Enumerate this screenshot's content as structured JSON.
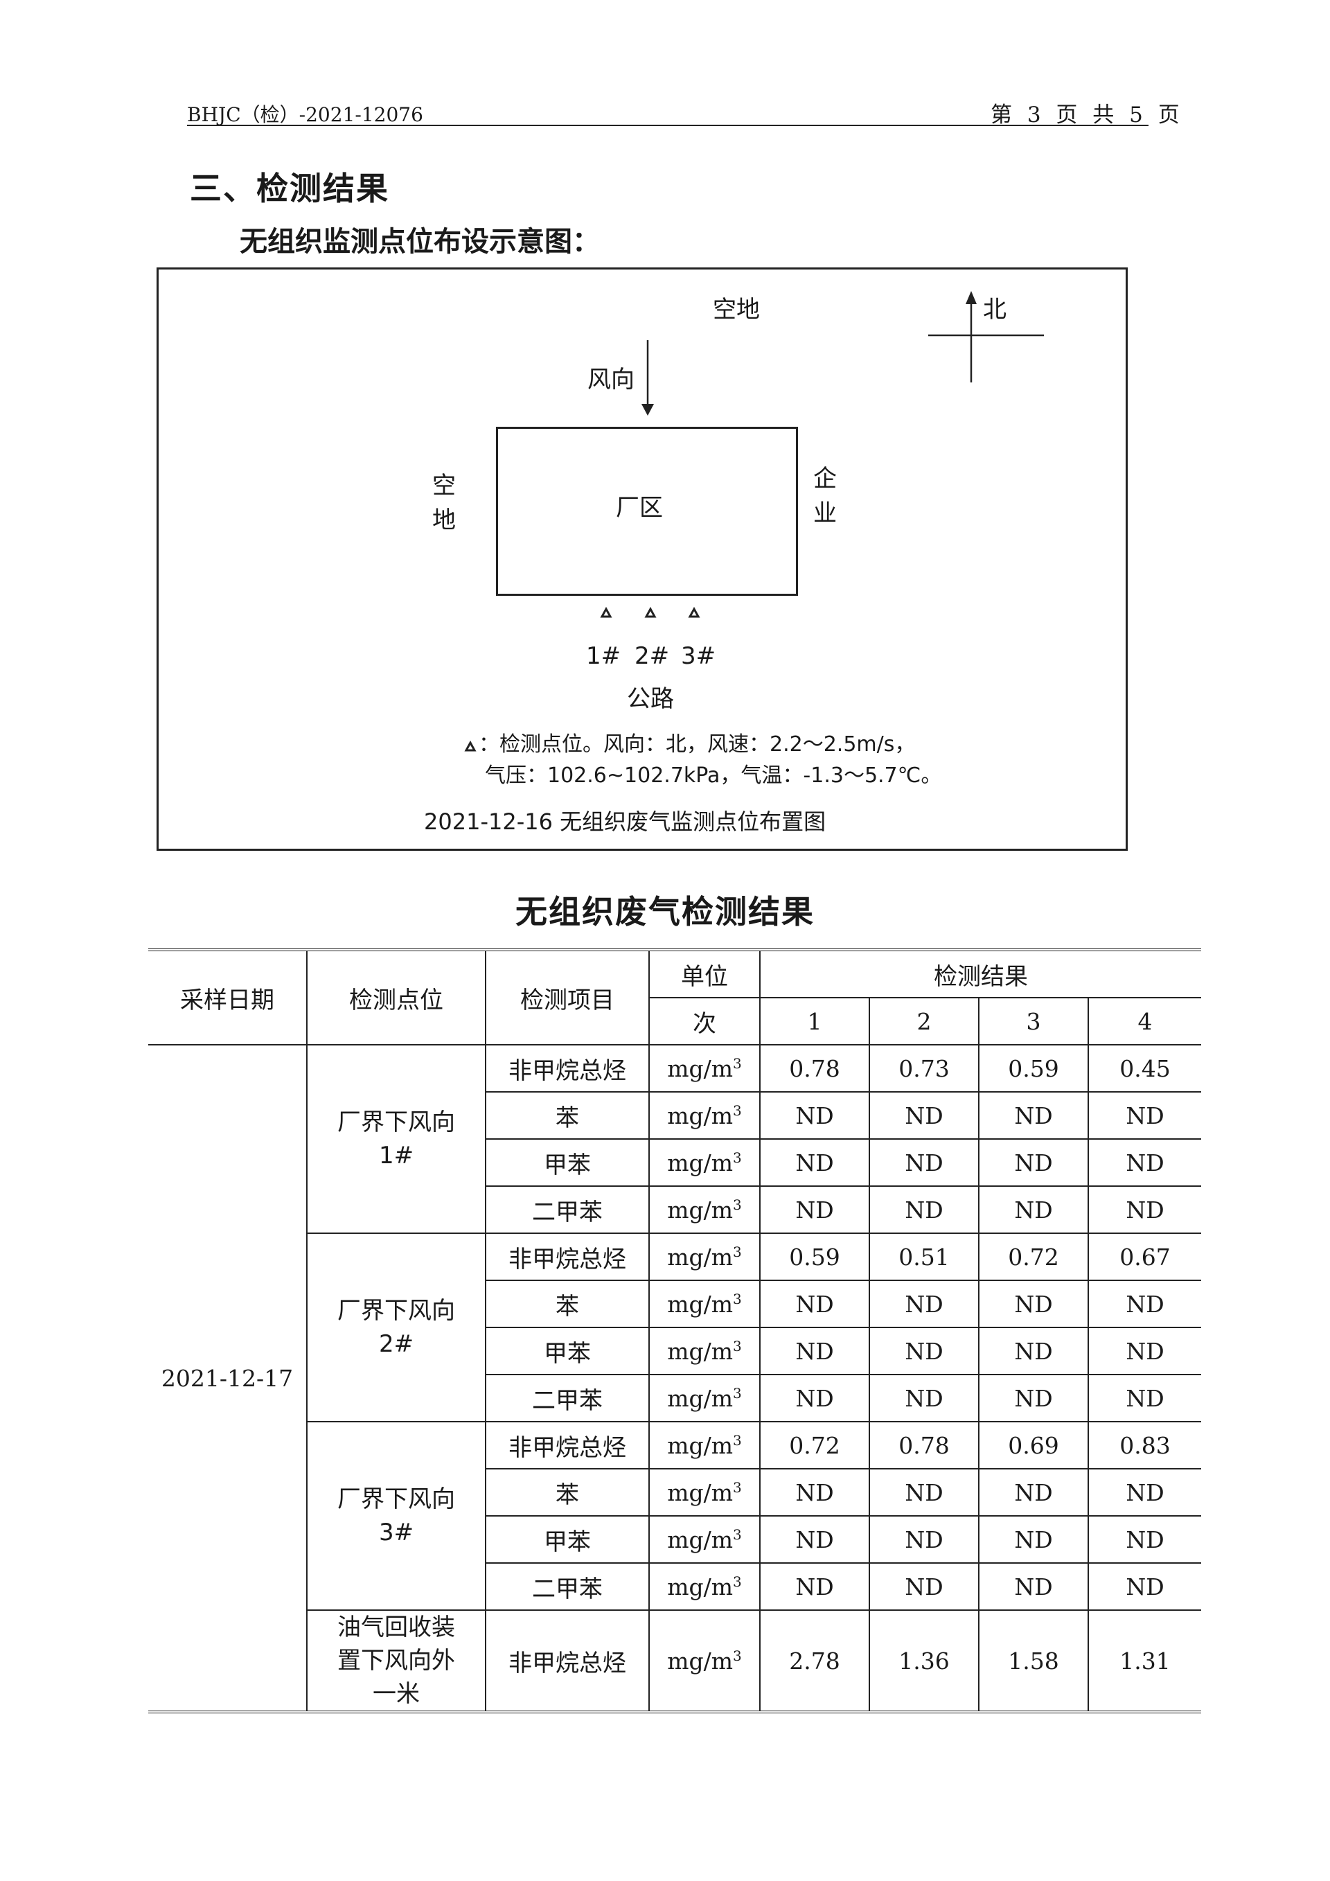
{
  "header": {
    "doc_number": "BHJC（检）-2021-12076",
    "page_info": "第 3 页 共 5 页"
  },
  "section_title": "三、检测结果",
  "diagram": {
    "heading": "无组织监测点位布设示意图：",
    "top_label": "空地",
    "wind_label": "风向",
    "north_label": "北",
    "left_label_1": "空",
    "left_label_2": "地",
    "right_label_1": "企",
    "right_label_2": "业",
    "center_label": "厂区",
    "points": [
      "1#",
      "2#",
      "3#"
    ],
    "road_label": "公路",
    "legend_line1": "：检测点位。风向：北，风速：2.2～2.5m/s，",
    "legend_line2": "气压：102.6~102.7kPa，气温：-1.3～5.7℃。",
    "caption": "2021-12-16  无组织废气监测点位布置图"
  },
  "table": {
    "title": "无组织废气检测结果",
    "headers": {
      "date": "采样日期",
      "site": "检测点位",
      "item": "检测项目",
      "unit": "单位",
      "times": "次",
      "results": "检测结果",
      "runs": [
        "1",
        "2",
        "3",
        "4"
      ]
    },
    "unit_base": "mg/m",
    "unit_exp": "3",
    "date": "2021-12-17",
    "groups": [
      {
        "site_line1": "厂界下风向",
        "site_line2": "1#",
        "rows": [
          {
            "item": "非甲烷总烃",
            "values": [
              "0.78",
              "0.73",
              "0.59",
              "0.45"
            ]
          },
          {
            "item": "苯",
            "values": [
              "ND",
              "ND",
              "ND",
              "ND"
            ]
          },
          {
            "item": "甲苯",
            "values": [
              "ND",
              "ND",
              "ND",
              "ND"
            ]
          },
          {
            "item": "二甲苯",
            "values": [
              "ND",
              "ND",
              "ND",
              "ND"
            ]
          }
        ]
      },
      {
        "site_line1": "厂界下风向",
        "site_line2": "2#",
        "rows": [
          {
            "item": "非甲烷总烃",
            "values": [
              "0.59",
              "0.51",
              "0.72",
              "0.67"
            ]
          },
          {
            "item": "苯",
            "values": [
              "ND",
              "ND",
              "ND",
              "ND"
            ]
          },
          {
            "item": "甲苯",
            "values": [
              "ND",
              "ND",
              "ND",
              "ND"
            ]
          },
          {
            "item": "二甲苯",
            "values": [
              "ND",
              "ND",
              "ND",
              "ND"
            ]
          }
        ]
      },
      {
        "site_line1": "厂界下风向",
        "site_line2": "3#",
        "rows": [
          {
            "item": "非甲烷总烃",
            "values": [
              "0.72",
              "0.78",
              "0.69",
              "0.83"
            ]
          },
          {
            "item": "苯",
            "values": [
              "ND",
              "ND",
              "ND",
              "ND"
            ]
          },
          {
            "item": "甲苯",
            "values": [
              "ND",
              "ND",
              "ND",
              "ND"
            ]
          },
          {
            "item": "二甲苯",
            "values": [
              "ND",
              "ND",
              "ND",
              "ND"
            ]
          }
        ]
      }
    ],
    "last_row": {
      "site_line1": "油气回收装",
      "site_line2": "置下风向外",
      "site_line3": "一米",
      "item": "非甲烷总烃",
      "values": [
        "2.78",
        "1.36",
        "1.58",
        "1.31"
      ]
    }
  }
}
